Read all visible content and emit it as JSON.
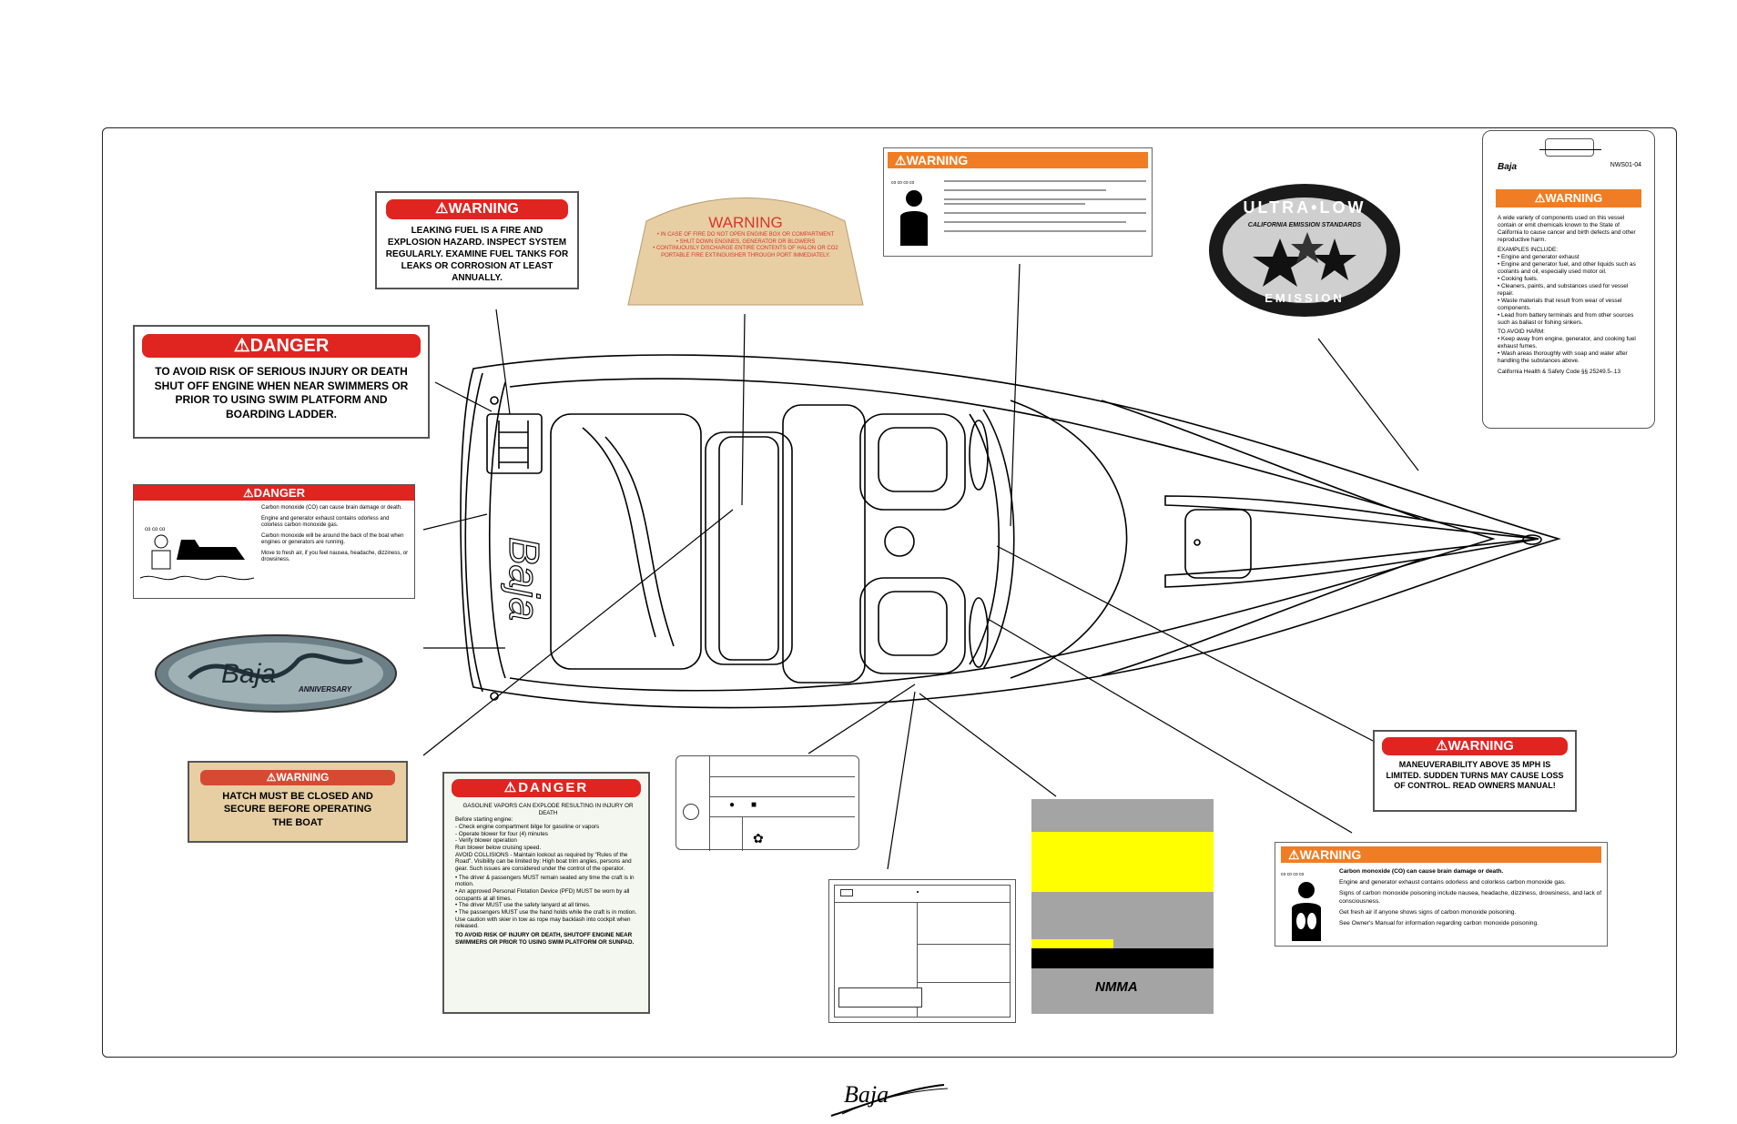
{
  "labels": {
    "fuel_warning": {
      "header": "WARNING",
      "body": "LEAKING FUEL IS A FIRE AND EXPLOSION HAZARD. INSPECT SYSTEM REGULARLY. EXAMINE FUEL TANKS FOR LEAKS OR CORROSION AT LEAST ANNUALLY."
    },
    "swim_danger": {
      "header": "DANGER",
      "body": "TO AVOID RISK OF SERIOUS INJURY OR DEATH SHUT OFF ENGINE WHEN NEAR SWIMMERS OR PRIOR TO USING SWIM PLATFORM AND BOARDING LADDER."
    },
    "co_danger": {
      "header": "DANGER",
      "lines": [
        "Carbon monoxide (CO) can cause brain damage or death.",
        "Engine and generator exhaust contains odorless and colorless carbon monoxide gas.",
        "Carbon monoxide will be around the back of the boat when engines or generators are running.",
        "Move to fresh air, if you feel nausea, headache, dizziness, or drowsiness."
      ]
    },
    "hatch_warning": {
      "header": "WARNING",
      "body": "HATCH MUST BE CLOSED AND SECURE BEFORE OPERATING THE BOAT"
    },
    "fire_warning": {
      "header": "WARNING",
      "lines": [
        "• IN CASE OF FIRE DO NOT OPEN ENGINE BOX OR COMPARTMENT",
        "• SHUT DOWN ENGINES, GENERATOR OR BLOWERS",
        "• CONTINUOUSLY DISCHARGE ENTIRE CONTENTS OF HALON OR CO2 PORTABLE FIRE EXTINGUISHER THROUGH PORT IMMEDIATELY."
      ]
    },
    "co_warning_top": {
      "header": "WARNING"
    },
    "ultra_low": {
      "top": "ULTRA•LOW",
      "middle": "CALIFORNIA EMISSION STANDARDS",
      "bottom": "EMISSION"
    },
    "prop65": {
      "code": "NWS01-04",
      "header": "WARNING",
      "lines": [
        "A wide variety of components used on this vessel contain or emit chemicals known to the State of California to cause cancer and birth defects and other reproductive harm.",
        "EXAMPLES INCLUDE:",
        "• Engine and generator exhaust",
        "• Engine and generator fuel, and other liquids such as coolants and oil, especially used motor oil.",
        "• Cooking fuels.",
        "• Cleaners, paints, and substances used for vessel repair.",
        "• Waste materials that result from wear of vessel components.",
        "• Lead from battery terminals and from other sources such as ballast or fishing sinkers.",
        "TO AVOID HARM:",
        "• Keep away from engine, generator, and cooking fuel exhaust fumes.",
        "• Wash areas thoroughly with soap and water after handling the substances above.",
        "California Health & Safety Code §§ 25249.5-.13"
      ]
    },
    "maneuver_warning": {
      "header": "WARNING",
      "body": "MANEUVERABILITY ABOVE 35 MPH IS LIMITED. SUDDEN TURNS MAY CAUSE LOSS OF CONTROL. READ OWNERS MANUAL!"
    },
    "co_warning_right": {
      "header": "WARNING",
      "lines": [
        "Carbon monoxide (CO) can cause brain damage or death.",
        "Engine and generator exhaust contains odorless and colorless carbon monoxide gas.",
        "Signs of carbon monoxide poisoning include nausea, headache, dizziness, drowsiness, and lack of consciousness.",
        "Get fresh air if anyone shows signs of carbon monoxide poisoning.",
        "See Owner's Manual for information regarding carbon monoxide poisoning."
      ]
    },
    "gasoline_danger": {
      "header": "DANGER",
      "lines": [
        "GASOLINE VAPORS CAN EXPLODE RESULTING IN INJURY OR DEATH",
        "Before starting engine:",
        "- Check engine compartment bilge for gasoline or vapors",
        "- Operate blower for four (4) minutes",
        "- Verify blower operation",
        "Run blower below cruising speed.",
        "AVOID COLLISIONS - Maintain lookout as required by \"Rules of the Road\". Visibility can be limited by: High boat trim angles, persons and gear. Such issues are considered under the control of the operator.",
        "• The driver & passengers MUST remain seated any time the craft is in motion.",
        "• An approved Personal Flotation Device (PFD) MUST be worn by all occupants at all times.",
        "• The driver MUST use the safety lanyard at all times.",
        "• The passengers MUST use the hand holds while the craft is in motion.",
        "Use caution with skier in tow as rope may backlash into cockpit when released.",
        "TO AVOID RISK OF INJURY OR DEATH, SHUTOFF ENGINE NEAR SWIMMERS OR PRIOR TO USING SWIM PLATFORM OR SUNPAD."
      ]
    },
    "nmma": {
      "logo": "NMMA"
    },
    "anniversary_badge": {
      "text": "ANNIVERSARY"
    }
  },
  "brand": {
    "logo": "Baja"
  },
  "colors": {
    "danger_red": "#e0241f",
    "warning_orange": "#f07d23",
    "nmma_gray": "#a4a4a4",
    "nmma_yellow": "#ffff00",
    "tan": "#e7cfa3"
  }
}
